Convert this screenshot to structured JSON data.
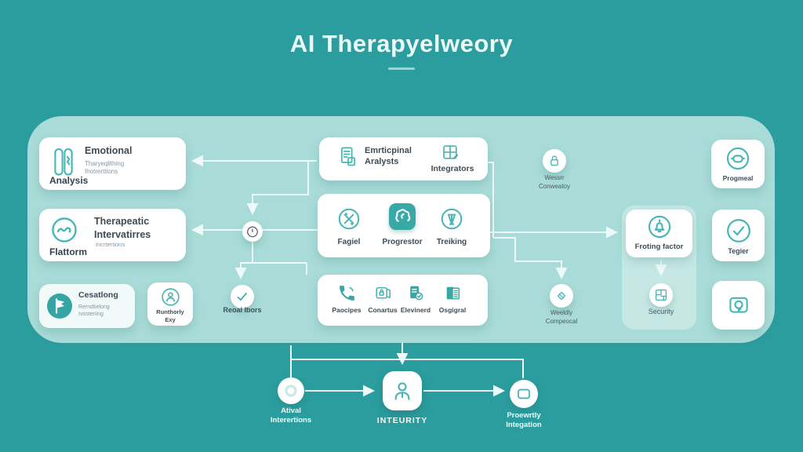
{
  "title": "AI Therapyelweory",
  "left": {
    "emotional": {
      "title": "Emotional",
      "sub1": "Tharyeqlithing",
      "sub2": "Ihotrerttions",
      "caption": "Analysis"
    },
    "therapeutic": {
      "title": "Therapeatic",
      "title2": "Intervatirres",
      "sub": "Incrtertions",
      "caption": "Flattorm"
    },
    "cessation": {
      "title": "Cesatlong",
      "sub1": "Rerndtielorig",
      "sub2": "Ivosteriing"
    },
    "runthorly": {
      "line1": "Runthorly",
      "line2": "Exy"
    }
  },
  "middle": {
    "check_label": "Reoal Ibors"
  },
  "center": {
    "analysis": {
      "title1": "Emrticpinal",
      "title2": "Aralysts",
      "integrators": "Integrators"
    },
    "tracking": {
      "item1": "Fagiel",
      "item2": "Progrestor",
      "item3": "Treiking"
    },
    "channels": {
      "item1": "Paocipes",
      "item2": "Conartus",
      "item3": "Elevinerd",
      "item4": "Osgigral"
    }
  },
  "right": {
    "lock": {
      "line1": "Wessrr",
      "line2": "Conweatoy"
    },
    "froting": "Froting factor",
    "weeldly": {
      "line1": "Weeldly",
      "line2": "Compeocal"
    },
    "security": "Security",
    "progmeal": "Progmeal",
    "tegier": "Tegier"
  },
  "bottom": {
    "atival": {
      "line1": "Atival",
      "line2": "Interertions"
    },
    "inteurity": "INTEURITY",
    "proewrtly": {
      "line1": "Proewrtly",
      "line2": "Integation"
    }
  },
  "colors": {
    "background": "#2b9d9e",
    "panel": "#a9dcd8",
    "accent": "#48b6b3",
    "text_dark": "#3d4b55",
    "line": "#eefaf9"
  }
}
